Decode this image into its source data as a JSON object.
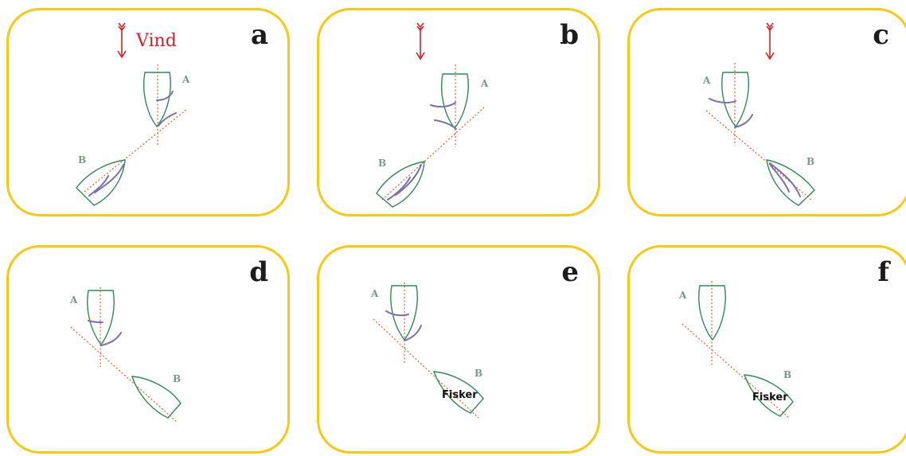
{
  "wind_label": "Vind",
  "boat_a_label": "A",
  "boat_b_label": "B",
  "fishing_label": "Fisker",
  "colors": {
    "panel_border": "#f8c90f",
    "hull": "#2e8b57",
    "axis_line": "#e0602a",
    "sail": "#7a6fb0",
    "wind_arrow": "#d81f2a",
    "boat_label": "#7a9a87"
  },
  "panels": [
    {
      "letter": "a"
    },
    {
      "letter": "b"
    },
    {
      "letter": "c"
    },
    {
      "letter": "d"
    },
    {
      "letter": "e"
    },
    {
      "letter": "f"
    }
  ]
}
